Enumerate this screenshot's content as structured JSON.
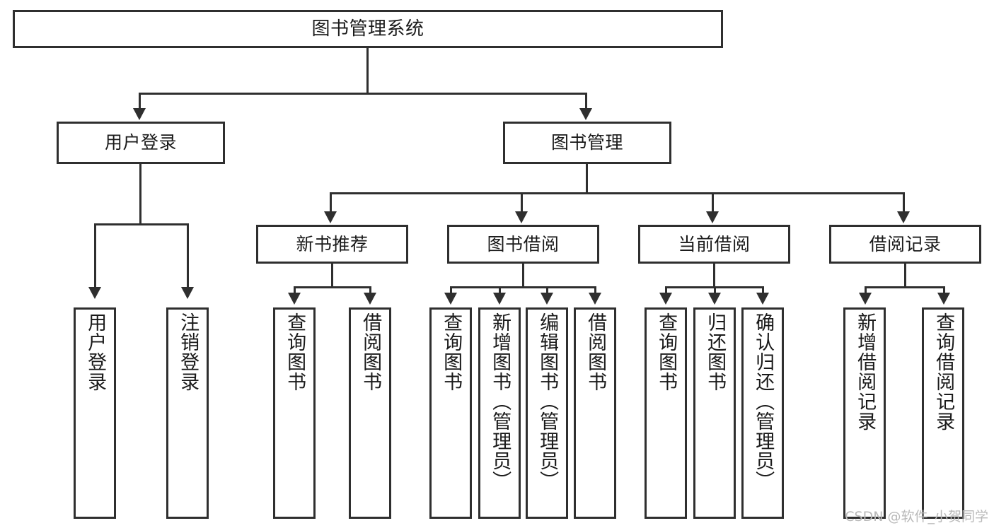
{
  "diagram": {
    "type": "tree",
    "title": "图书管理系统",
    "orientation": "top-down",
    "line_color": "#2f2f2f",
    "box_fill": "#ffffff",
    "text_color": "#1a1a1a",
    "nodes": {
      "root": {
        "label": "图书管理系统",
        "level": 0
      },
      "l1": [
        {
          "id": "user-login",
          "label": "用户登录",
          "level": 1
        },
        {
          "id": "book-manage",
          "label": "图书管理",
          "level": 1
        }
      ],
      "l2": [
        {
          "id": "new-book-rec",
          "label": "新书推荐",
          "level": 2,
          "parent": "book-manage"
        },
        {
          "id": "book-borrow",
          "label": "图书借阅",
          "level": 2,
          "parent": "book-manage"
        },
        {
          "id": "current-borrow",
          "label": "当前借阅",
          "level": 2,
          "parent": "book-manage"
        },
        {
          "id": "borrow-record",
          "label": "借阅记录",
          "level": 2,
          "parent": "book-manage"
        }
      ],
      "leaves": [
        {
          "id": "leaf-user-login",
          "label": "用户登录",
          "parent": "user-login"
        },
        {
          "id": "leaf-logout",
          "label": "注销登录",
          "parent": "user-login"
        },
        {
          "id": "leaf-query-book-1",
          "label": "查询图书",
          "parent": "new-book-rec"
        },
        {
          "id": "leaf-borrow-book-1",
          "label": "借阅图书",
          "parent": "new-book-rec"
        },
        {
          "id": "leaf-query-book-2",
          "label": "查询图书",
          "parent": "book-borrow"
        },
        {
          "id": "leaf-add-book",
          "label": "新增图书（管理员）",
          "parent": "book-borrow"
        },
        {
          "id": "leaf-edit-book",
          "label": "编辑图书（管理员）",
          "parent": "book-borrow"
        },
        {
          "id": "leaf-borrow-book-2",
          "label": "借阅图书",
          "parent": "book-borrow"
        },
        {
          "id": "leaf-query-book-3",
          "label": "查询图书",
          "parent": "current-borrow"
        },
        {
          "id": "leaf-return-book",
          "label": "归还图书",
          "parent": "current-borrow"
        },
        {
          "id": "leaf-confirm-return",
          "label": "确认归还（管理员）",
          "parent": "current-borrow"
        },
        {
          "id": "leaf-add-record",
          "label": "新增借阅记录",
          "parent": "borrow-record"
        },
        {
          "id": "leaf-query-record",
          "label": "查询借阅记录",
          "parent": "borrow-record"
        }
      ]
    }
  },
  "watermark": {
    "text": "CSDN @软件_小贺同学"
  }
}
